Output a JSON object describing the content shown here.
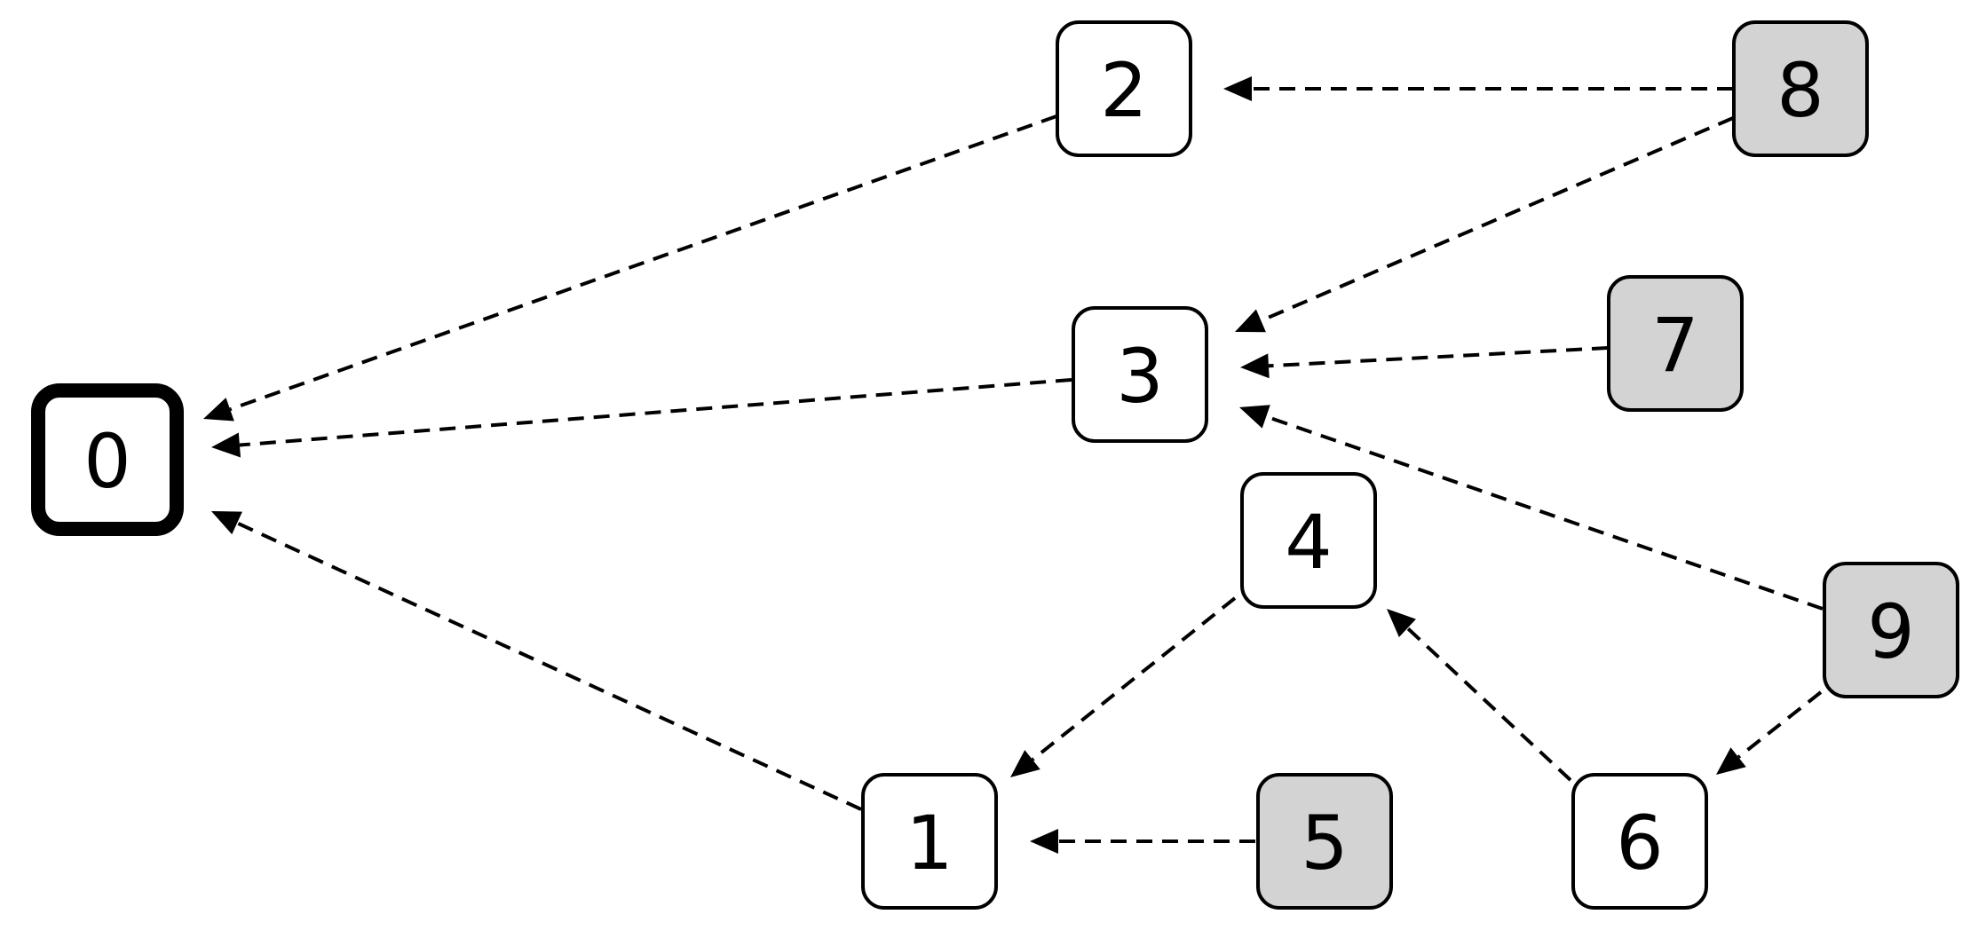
{
  "diagram": {
    "type": "directed-graph",
    "nodes": [
      {
        "id": "0",
        "label": "0",
        "style": "root",
        "fill": "#ffffff"
      },
      {
        "id": "1",
        "label": "1",
        "style": "normal",
        "fill": "#ffffff"
      },
      {
        "id": "2",
        "label": "2",
        "style": "normal",
        "fill": "#ffffff"
      },
      {
        "id": "3",
        "label": "3",
        "style": "normal",
        "fill": "#ffffff"
      },
      {
        "id": "4",
        "label": "4",
        "style": "normal",
        "fill": "#ffffff"
      },
      {
        "id": "5",
        "label": "5",
        "style": "shaded",
        "fill": "#d3d3d3"
      },
      {
        "id": "6",
        "label": "6",
        "style": "normal",
        "fill": "#ffffff"
      },
      {
        "id": "7",
        "label": "7",
        "style": "shaded",
        "fill": "#d3d3d3"
      },
      {
        "id": "8",
        "label": "8",
        "style": "shaded",
        "fill": "#d3d3d3"
      },
      {
        "id": "9",
        "label": "9",
        "style": "shaded",
        "fill": "#d3d3d3"
      }
    ],
    "edges": [
      {
        "from": "2",
        "to": "0",
        "line": "dashed"
      },
      {
        "from": "3",
        "to": "0",
        "line": "dashed"
      },
      {
        "from": "1",
        "to": "0",
        "line": "dashed"
      },
      {
        "from": "8",
        "to": "2",
        "line": "dashed"
      },
      {
        "from": "8",
        "to": "3",
        "line": "dashed"
      },
      {
        "from": "7",
        "to": "3",
        "line": "dashed"
      },
      {
        "from": "9",
        "to": "3",
        "line": "dashed"
      },
      {
        "from": "4",
        "to": "1",
        "line": "dashed"
      },
      {
        "from": "5",
        "to": "1",
        "line": "dashed"
      },
      {
        "from": "6",
        "to": "4",
        "line": "dashed"
      },
      {
        "from": "9",
        "to": "6",
        "line": "dashed"
      }
    ]
  }
}
